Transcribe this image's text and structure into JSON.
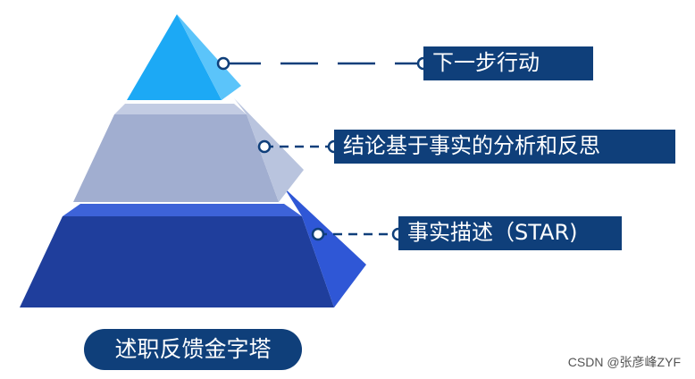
{
  "diagram": {
    "title": "述职反馈金字塔",
    "levels": [
      {
        "label": "下一步行动",
        "color": "#1ca9f5",
        "side_color": "#5bc4fa"
      },
      {
        "label": "结论基于事实的分析和反思",
        "color": "#a1aed0",
        "side_color": "#b9c4de"
      },
      {
        "label": "事实描述（STAR)",
        "color": "#1f3e9c",
        "side_color": "#2f57d6"
      }
    ],
    "connector_color": "#0f3f7a",
    "label_bg_color": "#0f3f7a"
  },
  "watermark": "CSDN @张彦峰ZYF"
}
